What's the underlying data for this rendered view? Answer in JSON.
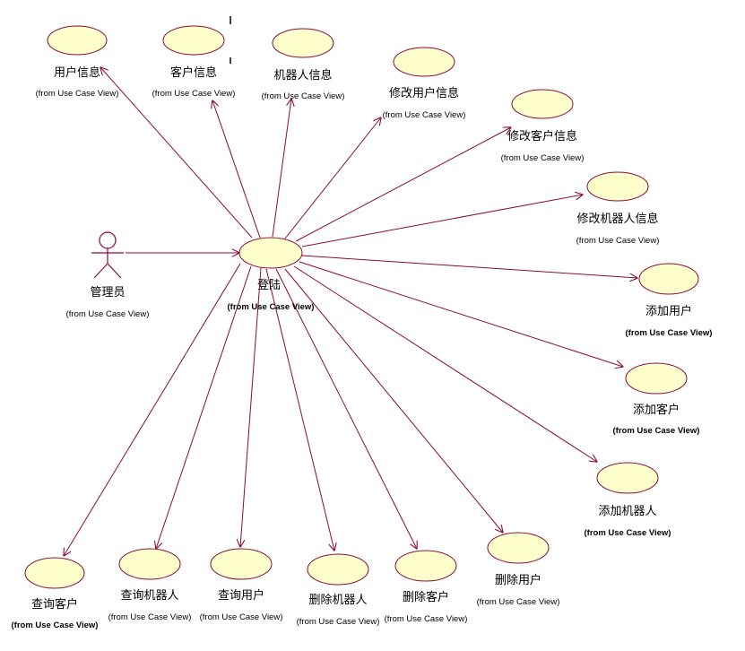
{
  "colors": {
    "line": "#8b0a3a",
    "ellipse_fill": "#ffffcc",
    "ellipse_stroke": "#8b0a3a",
    "text": "#000000"
  },
  "from_text": "(from Use Case View)",
  "actor": {
    "name": "管理员",
    "from": "(from Use Case View)"
  },
  "hub": {
    "name": "登陆",
    "from": "(from Use Case View)"
  },
  "use_cases": [
    {
      "id": "user-info",
      "name": "用户信息",
      "from": "(from Use Case View)"
    },
    {
      "id": "customer-info",
      "name": "客户信息",
      "from": "(from Use Case View)"
    },
    {
      "id": "robot-info",
      "name": "机器人信息",
      "from": "(from Use Case View)"
    },
    {
      "id": "modify-user",
      "name": "修改用户信息",
      "from": "(from Use Case View)"
    },
    {
      "id": "modify-customer",
      "name": "修改客户信息",
      "from": "(from Use Case View)"
    },
    {
      "id": "modify-robot",
      "name": "修改机器人信息",
      "from": "(from Use Case View)"
    },
    {
      "id": "add-user",
      "name": "添加用户",
      "from": "(from Use Case View)"
    },
    {
      "id": "add-customer",
      "name": "添加客户",
      "from": "(from Use Case View)"
    },
    {
      "id": "add-robot",
      "name": "添加机器人",
      "from": "(from Use Case View)"
    },
    {
      "id": "delete-user",
      "name": "删除用户",
      "from": "(from Use Case View)"
    },
    {
      "id": "delete-customer",
      "name": "删除客户",
      "from": "(from Use Case View)"
    },
    {
      "id": "delete-robot",
      "name": "删除机器人",
      "from": "(from Use Case View)"
    },
    {
      "id": "query-user",
      "name": "查询用户",
      "from": "(from Use Case View)"
    },
    {
      "id": "query-robot",
      "name": "查询机器人",
      "from": "(from Use Case View)"
    },
    {
      "id": "query-customer",
      "name": "查询客户",
      "from": "(from Use Case View)"
    }
  ]
}
